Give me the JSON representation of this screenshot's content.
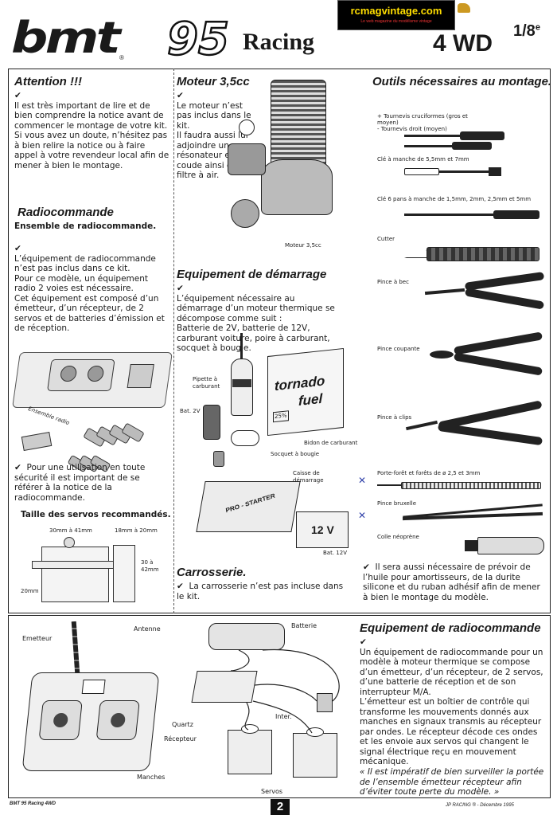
{
  "header": {
    "brand": "bmt",
    "model": "95",
    "racing": "Racing",
    "drive": "4 WD",
    "scale": "1/8",
    "scale_sup": "e",
    "site": "rcmagvintage.com",
    "site_tagline": "Le web magazine du modélisme vintage"
  },
  "attention": {
    "title": "Attention !!!",
    "text": "Il est très important de lire et de bien comprendre la notice avant de commencer le montage de votre kit.\nSi vous avez un doute, n’hésitez pas à bien relire la notice ou à faire appel à votre revendeur local afin de mener à bien le montage."
  },
  "radio_left": {
    "title": "Radiocommande",
    "subtitle": "Ensemble de radiocommande.",
    "text": "L’équipement de radiocommande n’est pas inclus dans ce kit.\nPour ce modèle, un équipement radio 2 voies est nécessaire.\nCet équipement est composé d’un émetteur, d’un récepteur, de 2 servos et de batteries d’émission et de réception.",
    "ensemble_label": "Ensemble radio",
    "safety": "Pour une utilisation en toute sécurité il est important de se référer à la notice de la radiocommande.",
    "servo_title": "Taille des servos recommandés.",
    "dims": [
      "30mm à 41mm",
      "18mm à 20mm",
      "30 à 42mm",
      "20mm"
    ]
  },
  "moteur": {
    "title": "Moteur 3,5cc",
    "text": "Le moteur n’est pas inclus dans le kit.\nIl faudra aussi lui adjoindre un résonateur et son coude ainsi qu’un filtre à air.",
    "caption": "Moteur 3,5cc"
  },
  "demarrage": {
    "title": "Equipement de démarrage",
    "text": "L’équipement nécessaire au démarrage d’un moteur thermique se décompose comme suit :\nBatterie de 2V, batterie de 12V, carburant voiture, poire à carburant, socquet à bougie.",
    "labels": {
      "pipette": "Pipette à carburant",
      "bat2v": "Bat. 2V",
      "bidon": "Bidon de carburant",
      "socquet": "Socquet à bougie",
      "caisse": "Caisse de démarrage",
      "bat12v": "Bat. 12V",
      "tornado": "tornado",
      "fuel": "fuel",
      "pct": "25%",
      "starter": "PRO - STARTER",
      "v12": "12 V"
    }
  },
  "carrosserie": {
    "title": "Carrosserie.",
    "text": "La carrosserie n’est pas incluse dans le kit."
  },
  "outils": {
    "title": "Outils nécessaires au montage.",
    "items": [
      "+ Tournevis cruciformes (gros et moyen)\n- Tournevis droit (moyen)",
      "Clé à manche de 5,5mm et 7mm",
      "Clé 6 pans à manche de 1,5mm, 2mm, 2,5mm et 5mm",
      "Cutter",
      "Pince à bec",
      "Pince coupante",
      "Pince à clips",
      "Porte-forêt et forêts de ø 2,5 et 3mm",
      "Pince bruxelle",
      "Colle néoprène"
    ],
    "note": "Il sera aussi nécessaire de prévoir de l’huile pour amortisseurs, de la durite silicone et du ruban adhésif afin de mener à bien le montage du modèle."
  },
  "equip_radio": {
    "title": "Equipement de radiocommande",
    "text": "Un équipement de radiocommande pour un modèle à moteur thermique se compose d’un émetteur, d’un récepteur, de 2 servos, d’une batterie de réception et de son interrupteur M/A.\nL’émetteur est un boîtier de contrôle qui transforme les mouvements donnés aux manches en signaux transmis au récepteur par ondes. Le récepteur décode ces ondes et les envoie aux servos qui changent le signal électrique reçu en mouvement mécanique.",
    "quote": "« Il est impératif de bien surveiller la portée de l’ensemble émetteur récepteur afin d’éviter toute perte du modèle. »",
    "labels": {
      "antenne": "Antenne",
      "emetteur": "Emetteur",
      "batterie": "Batterie",
      "quartz": "Quartz",
      "inter": "Inter.",
      "recepteur": "Récepteur",
      "manches": "Manches",
      "servos": "Servos"
    }
  },
  "footer": {
    "left": "BMT 95 Racing 4WD",
    "page": "2",
    "right": "JP RACING ® - Décembre 1995"
  }
}
